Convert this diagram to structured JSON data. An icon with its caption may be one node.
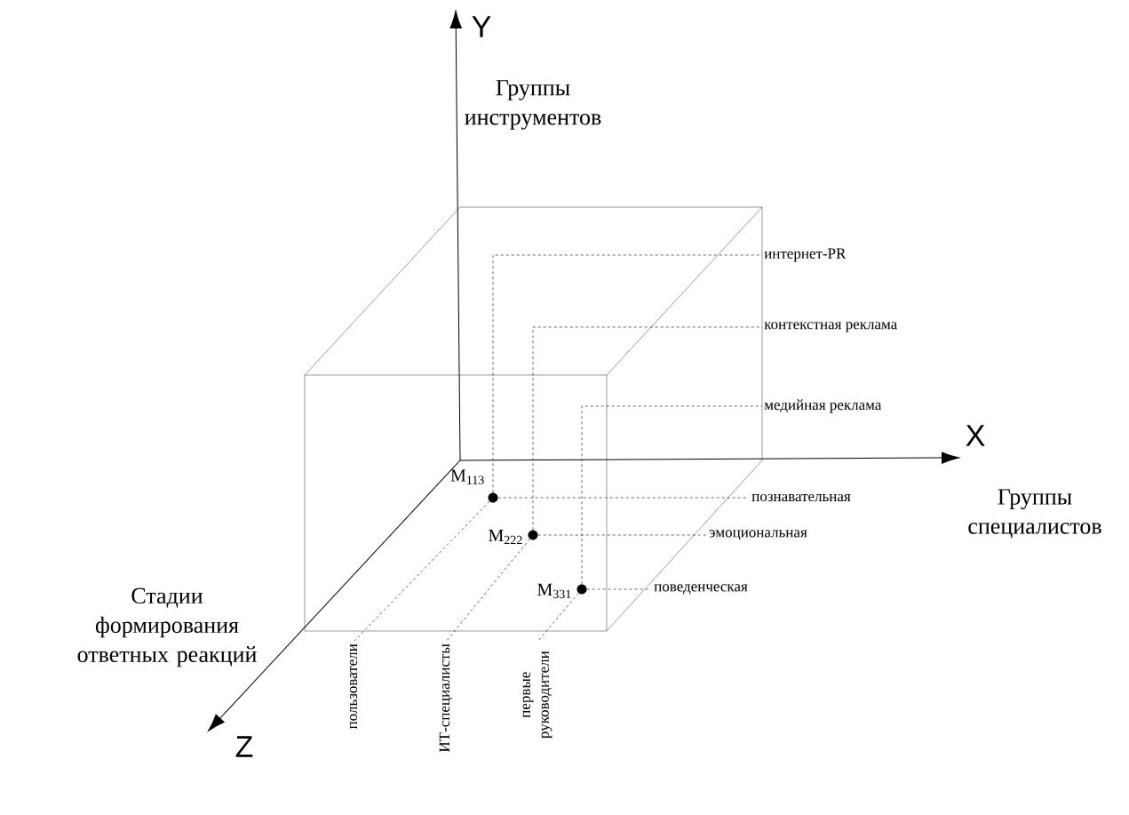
{
  "diagram": {
    "nodes": [
      {
        "text": [],
        "shape": "circle",
        "beside": [
          "M$_{113}$"
        ]
      },
      {
        "text": [],
        "shape": "circle",
        "beside": [
          "M$_{222}$"
        ]
      },
      {
        "text": [],
        "shape": "circle",
        "beside": [
          "M$_{331}$"
        ]
      },
      {
        "text": [
          "интернет-PR"
        ]
      },
      {
        "text": [
          "контекстная реклама"
        ]
      },
      {
        "text": [
          "медийная реклама"
        ]
      },
      {
        "text": [
          "познавательная"
        ]
      },
      {
        "text": [
          "эмоциональная"
        ]
      },
      {
        "text": [
          "поведенческая"
        ]
      },
      {
        "text": [
          "пользователи"
        ]
      },
      {
        "text": [
          "ИТ-специалисты"
        ]
      },
      {
        "text": [
          "первые руководители"
        ]
      }
    ],
    "edges": [
      {
        "from": 0,
        "to": 3,
        "arrow": "none",
        "style": "dashed"
      },
      {
        "from": 1,
        "to": 4,
        "arrow": "none",
        "style": "dashed"
      },
      {
        "from": 2,
        "to": 5,
        "arrow": "none",
        "style": "dashed"
      },
      {
        "from": 0,
        "to": 6,
        "arrow": "none",
        "style": "dashed"
      },
      {
        "from": 1,
        "to": 7,
        "arrow": "none",
        "style": "dashed"
      },
      {
        "from": 2,
        "to": 8,
        "arrow": "none",
        "style": "dashed"
      },
      {
        "from": 0,
        "to": 9,
        "arrow": "none",
        "style": "dashed"
      },
      {
        "from": 1,
        "to": 10,
        "arrow": "none",
        "style": "dashed"
      },
      {
        "from": 2,
        "to": 11,
        "arrow": "none",
        "style": "dashed"
      }
    ],
    "labels": [
      "Y",
      "Группы инструментов",
      "X",
      "Группы специалистов",
      "Стадии формирования ответных реакций",
      "Z"
    ]
  }
}
